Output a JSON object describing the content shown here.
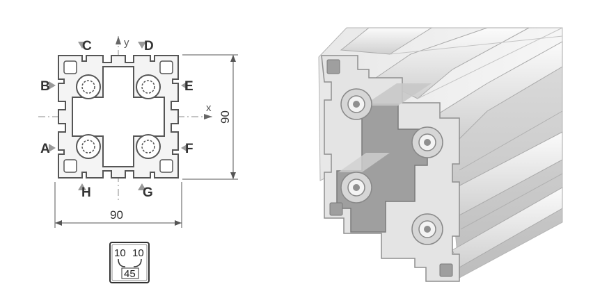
{
  "drawing": {
    "slot_labels": {
      "c": "C",
      "d": "D",
      "b": "B",
      "e": "E",
      "a": "A",
      "f": "F",
      "h": "H",
      "g": "G"
    },
    "axis_y": "y",
    "axis_x": "x",
    "dim_width": "90",
    "dim_height": "90"
  },
  "symbol": {
    "left_value": "10",
    "right_value": "10",
    "bottom_value": "45"
  },
  "colors": {
    "line": "#555555",
    "profile_fill": "#cfcfcf",
    "aluminium_light": "#f2f2f2",
    "aluminium_mid": "#d8d8d8",
    "aluminium_dark": "#a8a8a8"
  }
}
